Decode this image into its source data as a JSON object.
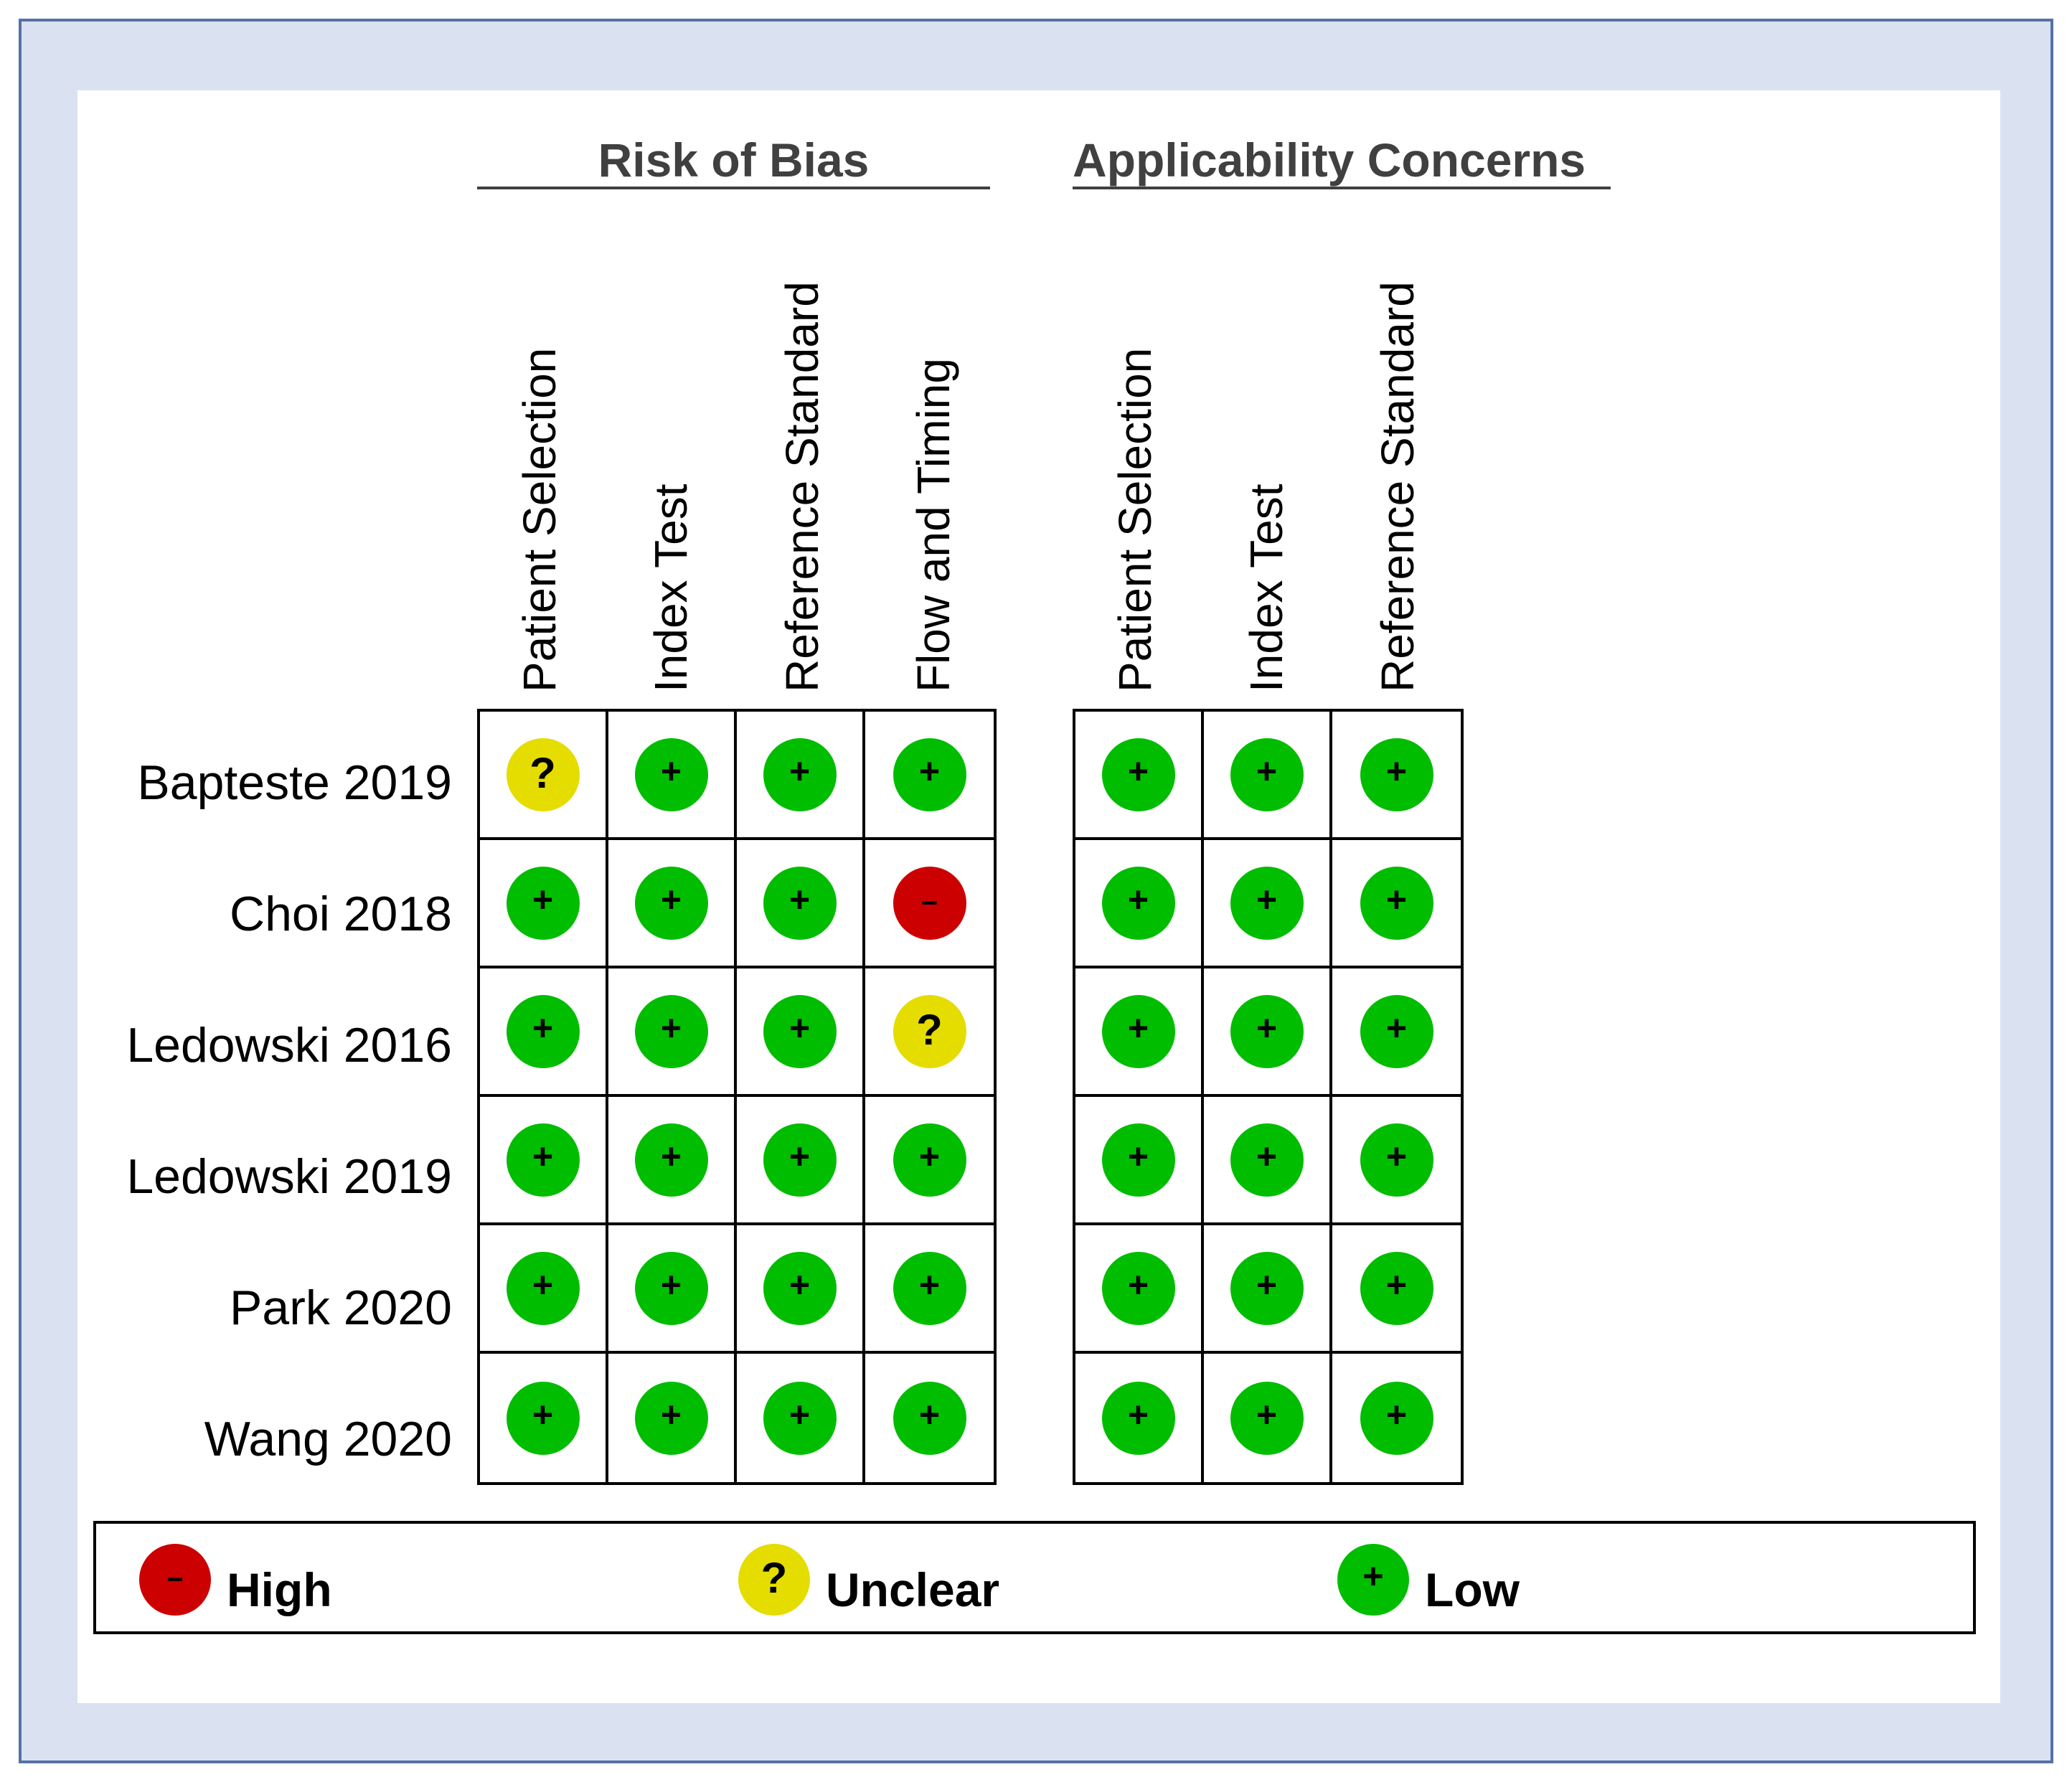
{
  "headers": {
    "risk_of_bias": "Risk of Bias",
    "applicability": "Applicability Concerns"
  },
  "risk_columns": [
    "Patient Selection",
    "Index Test",
    "Reference Standard",
    "Flow and Timing"
  ],
  "applicability_columns": [
    "Patient Selection",
    "Index Test",
    "Reference Standard"
  ],
  "studies": [
    {
      "name": "Bapteste 2019",
      "risk": [
        "unclear",
        "low",
        "low",
        "low"
      ],
      "applicability": [
        "low",
        "low",
        "low"
      ]
    },
    {
      "name": "Choi 2018",
      "risk": [
        "low",
        "low",
        "low",
        "high"
      ],
      "applicability": [
        "low",
        "low",
        "low"
      ]
    },
    {
      "name": "Ledowski 2016",
      "risk": [
        "low",
        "low",
        "low",
        "unclear"
      ],
      "applicability": [
        "low",
        "low",
        "low"
      ]
    },
    {
      "name": "Ledowski 2019",
      "risk": [
        "low",
        "low",
        "low",
        "low"
      ],
      "applicability": [
        "low",
        "low",
        "low"
      ]
    },
    {
      "name": "Park 2020",
      "risk": [
        "low",
        "low",
        "low",
        "low"
      ],
      "applicability": [
        "low",
        "low",
        "low"
      ]
    },
    {
      "name": "Wang 2020",
      "risk": [
        "low",
        "low",
        "low",
        "low"
      ],
      "applicability": [
        "low",
        "low",
        "low"
      ]
    }
  ],
  "symbols": {
    "low": {
      "glyph": "+",
      "color": "#00bd00"
    },
    "unclear": {
      "glyph": "?",
      "color": "#e5dc00"
    },
    "high": {
      "glyph": "−",
      "color": "#cc0000"
    }
  },
  "legend": [
    {
      "level": "high",
      "label": "High"
    },
    {
      "level": "unclear",
      "label": "Unclear"
    },
    {
      "level": "low",
      "label": "Low"
    }
  ]
}
